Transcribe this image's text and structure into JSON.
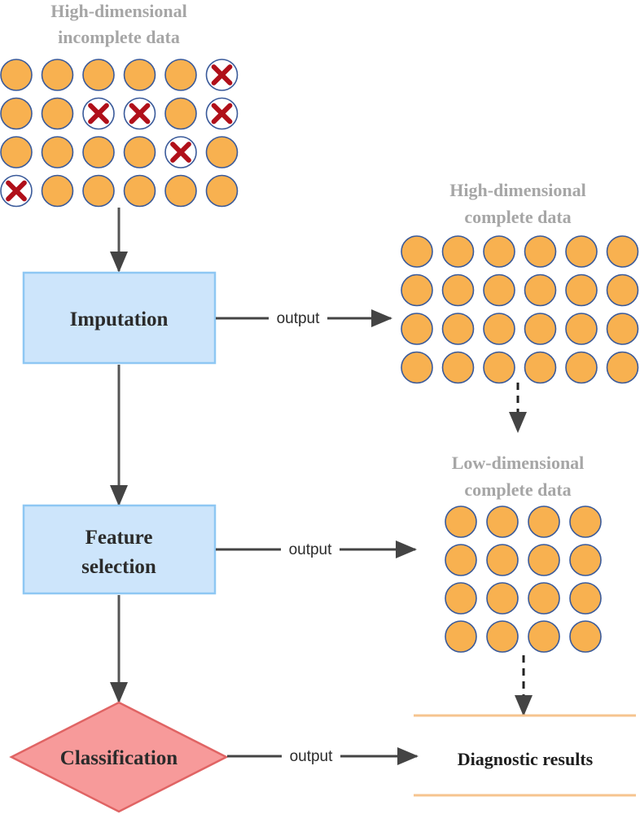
{
  "incomplete": {
    "title_line1": "High-dimensional",
    "title_line2": "incomplete data",
    "rows": 4,
    "cols": 6,
    "missing": [
      [
        0,
        5
      ],
      [
        1,
        2
      ],
      [
        1,
        3
      ],
      [
        1,
        5
      ],
      [
        2,
        4
      ],
      [
        3,
        0
      ]
    ]
  },
  "complete": {
    "title_line1": "High-dimensional",
    "title_line2": "complete data",
    "rows": 4,
    "cols": 6
  },
  "reduced": {
    "title_line1": "Low-dimensional",
    "title_line2": "complete data",
    "rows": 4,
    "cols": 4
  },
  "steps": {
    "imputation": "Imputation",
    "feature_line1": "Feature",
    "feature_line2": "selection",
    "classification": "Classification"
  },
  "edge_label": "output",
  "result": "Diagnostic results",
  "colors": {
    "dot_fill": "#f8b150",
    "dot_stroke": "#3a5a9a",
    "missing_x": "#b0101a",
    "process_box": "#cde5fb",
    "process_border": "#8ec7f3",
    "decision_fill": "#f79a9a",
    "decision_border": "#e06464",
    "result_lines": "#f6c48f"
  }
}
